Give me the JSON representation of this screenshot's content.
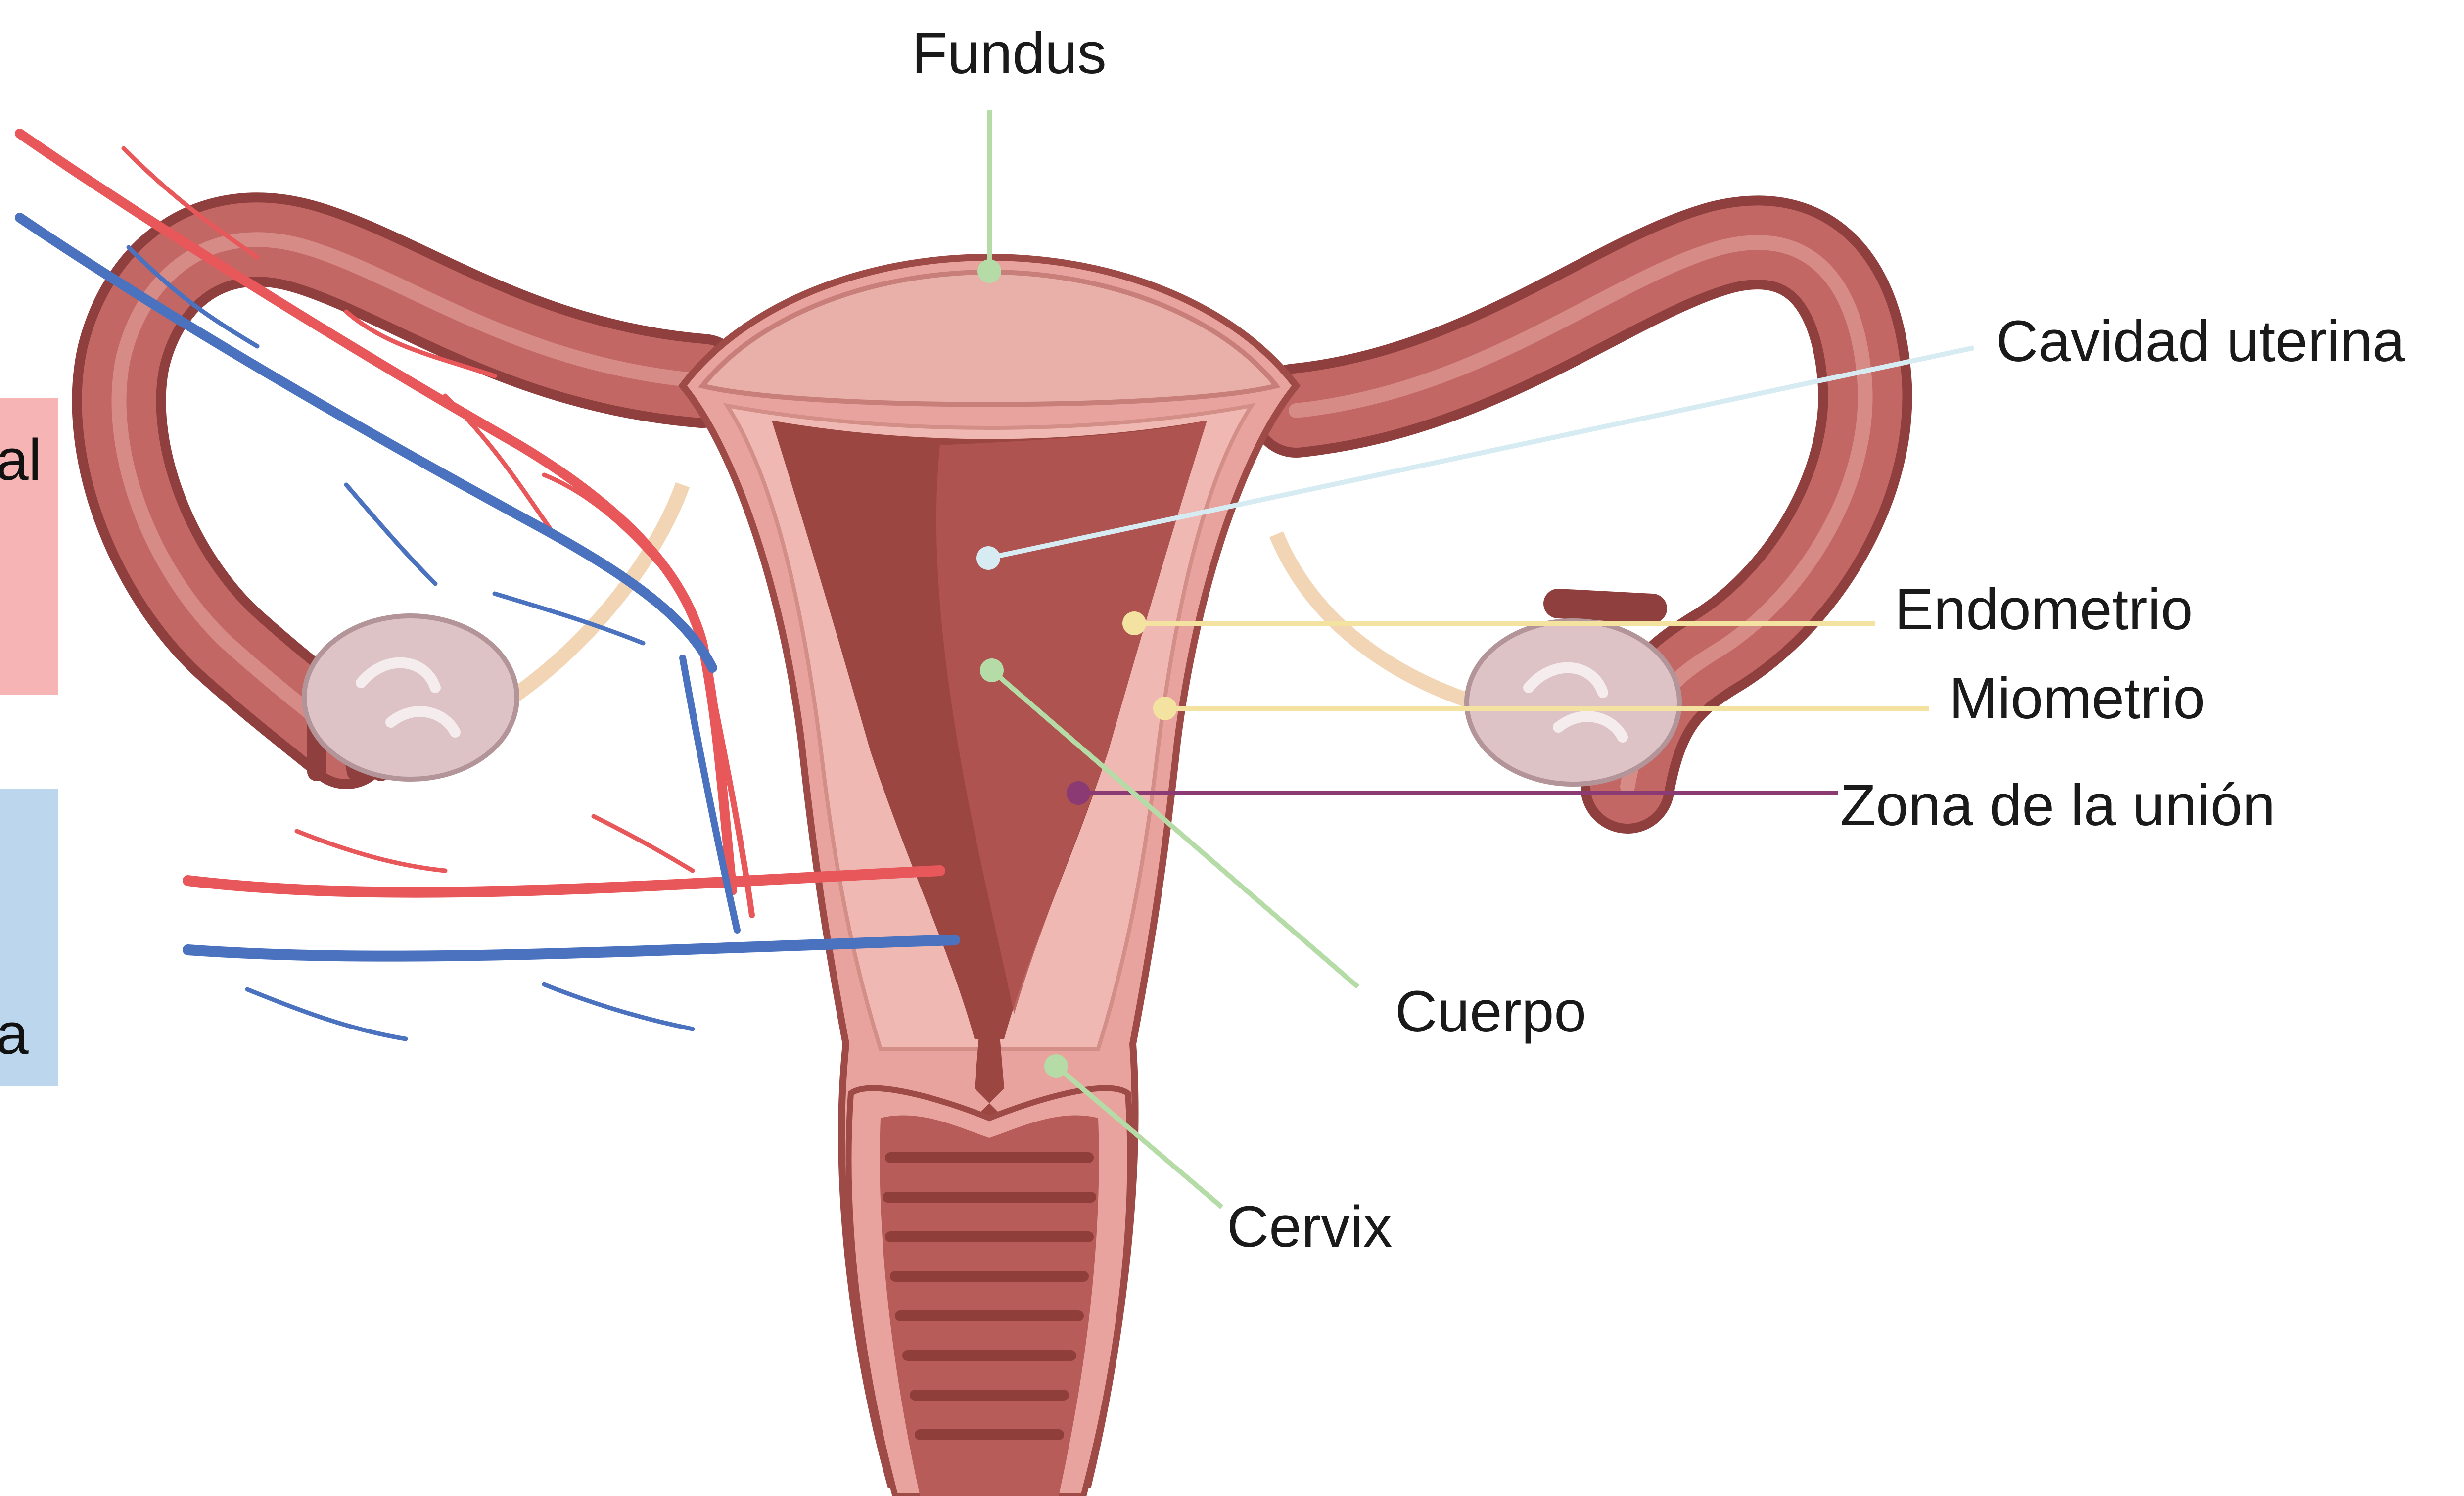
{
  "labels": {
    "fundus": "Fundus",
    "cavidad_uterina": "Cavidad uterina",
    "endometrio": "Endometrio",
    "miometrio": "Miometrio",
    "zona_union": "Zona de la unión",
    "cuerpo": "Cuerpo",
    "cervix": "Cervix"
  },
  "side_boxes": {
    "top_fragment": "al",
    "bottom_fragment": "a"
  },
  "colors": {
    "leader_green": "#b5dba6",
    "leader_lightblue": "#d6ebf2",
    "leader_yellow": "#f4e3a0",
    "leader_purple": "#8c3a73",
    "side_box_pink": "#f7b4b4",
    "side_box_blue": "#bcd6ee",
    "artery_red": "#e8575a",
    "vein_blue": "#4a72bf"
  }
}
